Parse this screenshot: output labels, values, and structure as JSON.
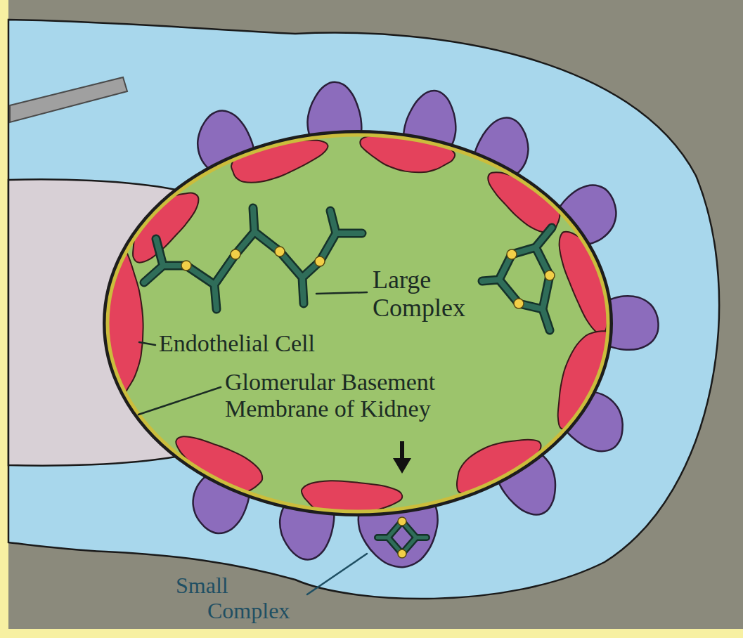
{
  "diagram": {
    "labels": [
      "Large Complex",
      "Endothelial Cell",
      "Glomerular Basement Membrane of Kidney",
      "Small Complex"
    ]
  }
}
